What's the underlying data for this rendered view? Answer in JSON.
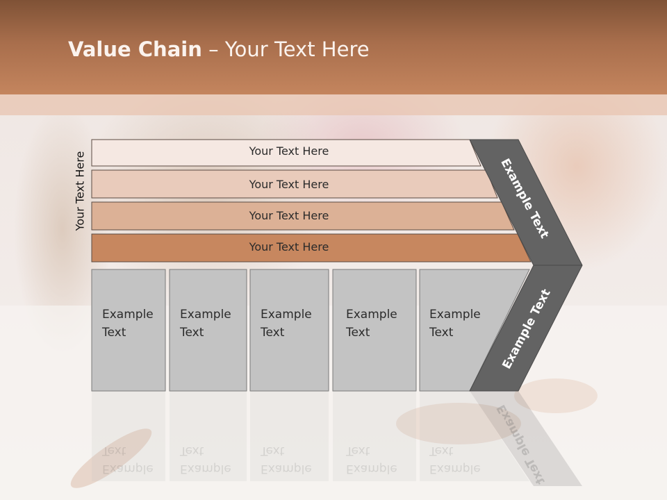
{
  "title": {
    "bold": "Value Chain",
    "rest": " – Your Text Here"
  },
  "side_label": "Your Text Here",
  "rows": [
    "Your Text Here",
    "Your Text Here",
    "Your Text Here",
    "Your Text Here"
  ],
  "arrow_top_label": "Example Text",
  "arrow_bottom_label": "Example Text",
  "boxes": [
    {
      "line1": "Example",
      "line2": "Text"
    },
    {
      "line1": "Example",
      "line2": "Text"
    },
    {
      "line1": "Example",
      "line2": "Text"
    },
    {
      "line1": "Example",
      "line2": "Text"
    },
    {
      "line1": "Example",
      "line2": "Text"
    }
  ],
  "colors": {
    "header": "#a86e4c",
    "row1": "#f5e8e2",
    "row2": "#e9cbbb",
    "row3": "#dcb196",
    "row4": "#c7875f",
    "box": "#c3c3c3",
    "arrow": "#636363"
  }
}
